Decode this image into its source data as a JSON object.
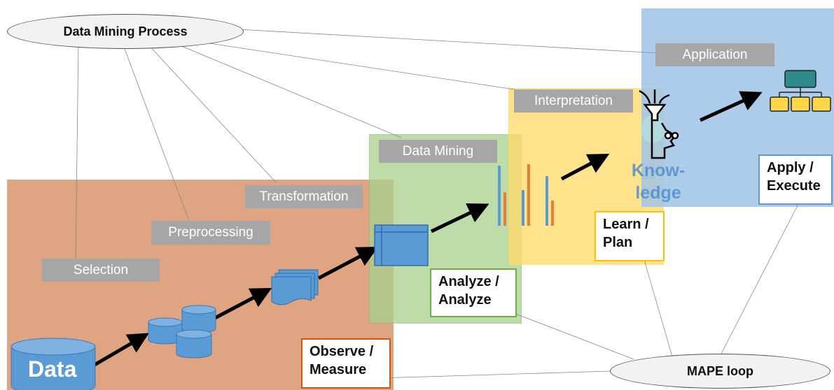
{
  "diagram": {
    "stages": {
      "selection": "Selection",
      "preprocessing": "Preprocessing",
      "transformation": "Transformation",
      "data_mining": "Data Mining",
      "interpretation": "Interpretation",
      "application": "Application"
    },
    "mape": {
      "observe": [
        "Observe /",
        "Measure"
      ],
      "analyze": [
        "Analyze /",
        "Analyze"
      ],
      "learn": [
        "Learn /",
        "Plan"
      ],
      "apply": [
        "Apply /",
        "Execute"
      ]
    },
    "ellipses": {
      "process": "Data Mining Process",
      "loop": "MAPE loop"
    },
    "data_label": "Data",
    "knowledge_label": [
      "Know-",
      "ledge"
    ],
    "colors": {
      "observe_zone": "#d9946c",
      "analyze_zone": "#a9d18e",
      "plan_zone": "#ffd966",
      "execute_zone": "#9dc3e6",
      "icon_blue": "#5b9bd5",
      "arrow": "#000000"
    }
  }
}
